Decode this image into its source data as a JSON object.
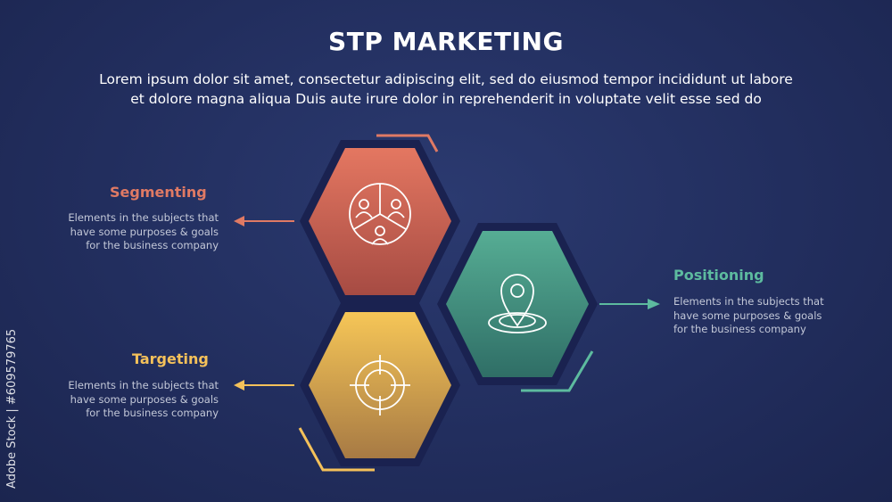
{
  "title": "STP MARKETING",
  "subtitle_line1": "Lorem ipsum dolor sit amet, consectetur adipiscing elit, sed do eiusmod tempor incididunt ut labore",
  "subtitle_line2": "et dolore magna aliqua Duis aute irure dolor in reprehenderit in voluptate velit esse sed do",
  "items": [
    {
      "label": "Segmenting",
      "color": "#e07a64",
      "icon": "people-segments-icon",
      "desc_lines": [
        "Elements in the subjects that",
        "have  some purposes & goals",
        "for the  business company"
      ]
    },
    {
      "label": "Positioning",
      "color": "#5dbb9f",
      "icon": "location-pin-icon",
      "desc_lines": [
        "Elements in the subjects that",
        "have  some purposes & goals",
        "for the  business company"
      ]
    },
    {
      "label": "Targeting",
      "color": "#f4c15a",
      "icon": "crosshair-target-icon",
      "desc_lines": [
        "Elements in the subjects that",
        "have  some purposes & goals",
        "for the  business company"
      ]
    }
  ],
  "watermark_id": "Adobe Stock | #609579765"
}
